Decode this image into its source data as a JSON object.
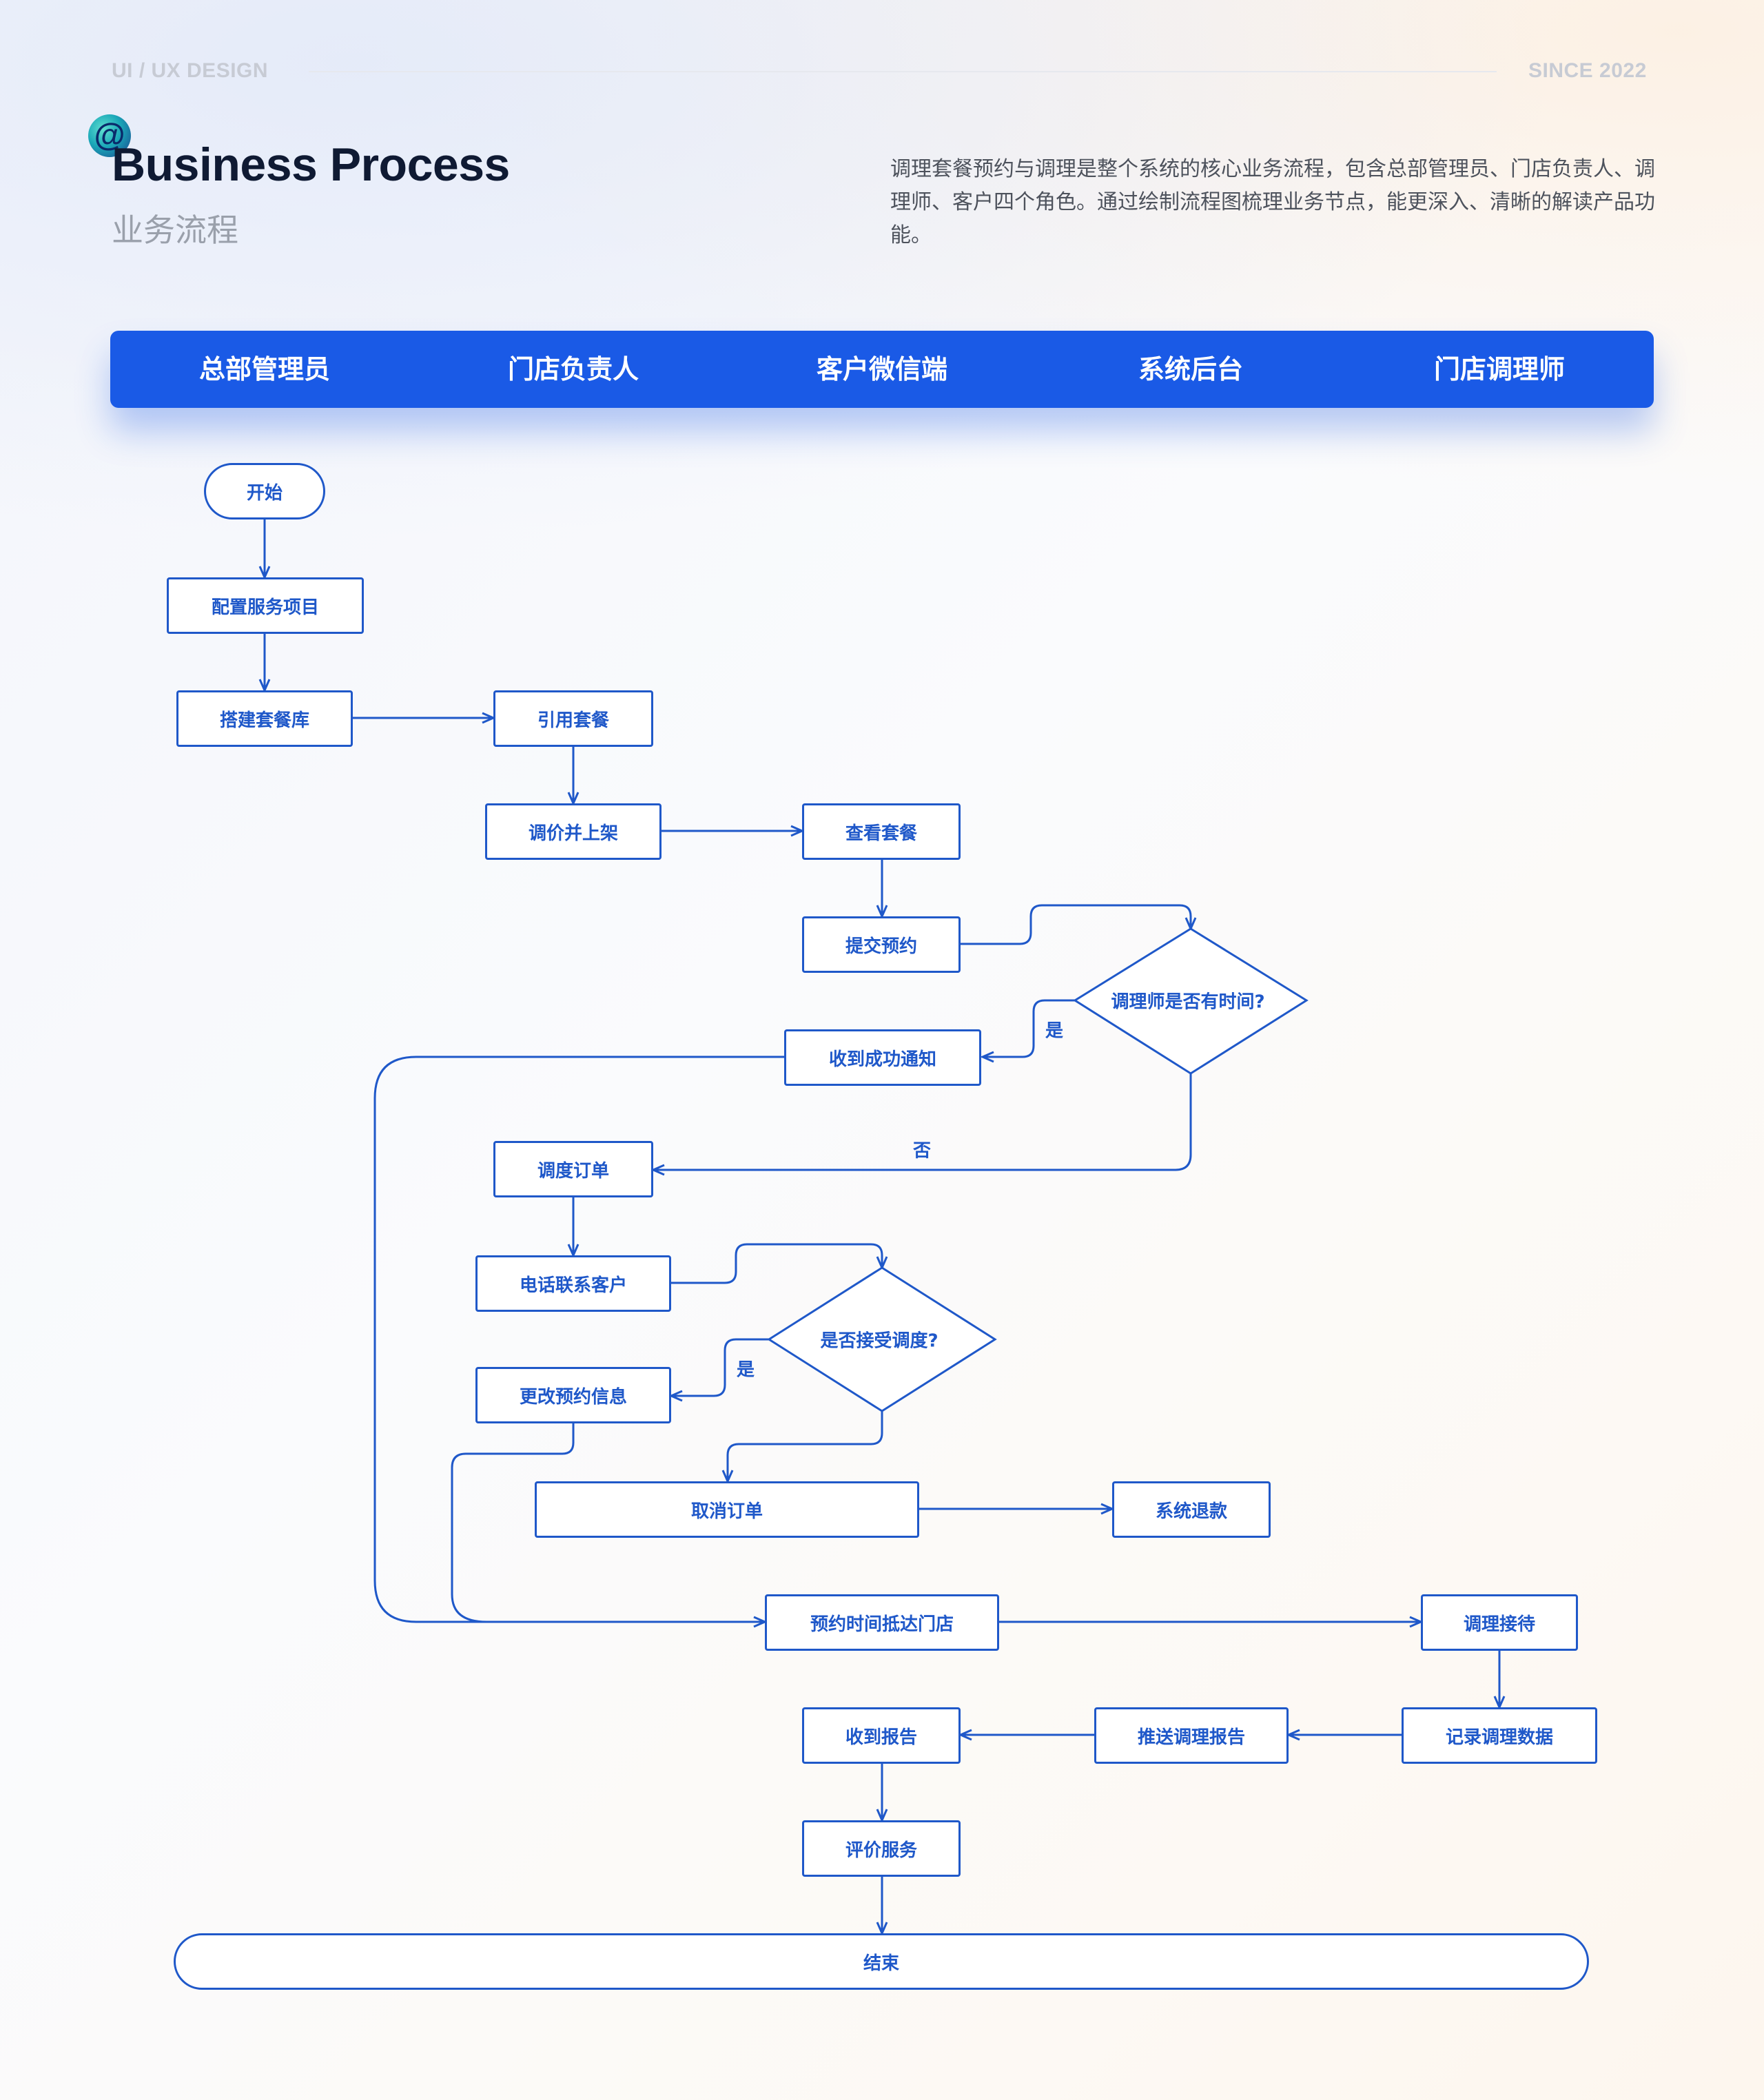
{
  "header": {
    "left_tag": "UI / UX DESIGN",
    "right_tag": "SINCE 2022",
    "logo_glyph": "@",
    "title_en": "Business Process",
    "title_zh": "业务流程",
    "description": "调理套餐预约与调理是整个系统的核心业务流程，包含总部管理员、门店负责人、调理师、客户四个角色。通过绘制流程图梳理业务节点，能更深入、清晰的解读产品功能。"
  },
  "lanes": [
    "总部管理员",
    "门店负责人",
    "客户微信端",
    "系统后台",
    "门店调理师"
  ],
  "nodes": {
    "start": "开始",
    "config": "配置服务项目",
    "build_lib": "搭建套餐库",
    "reference": "引用套餐",
    "price_list": "调价并上架",
    "view": "查看套餐",
    "submit": "提交预约",
    "decision_time": "调理师是否有时间?",
    "success": "收到成功通知",
    "dispatch": "调度订单",
    "call": "电话联系客户",
    "decision_accept": "是否接受调度?",
    "modify": "更改预约信息",
    "cancel": "取消订单",
    "refund": "系统退款",
    "arrive": "预约时间抵达门店",
    "reception": "调理接待",
    "record": "记录调理数据",
    "push": "推送调理报告",
    "receive": "收到报告",
    "evaluate": "评价服务",
    "end": "结束"
  },
  "edge_labels": {
    "yes1": "是",
    "no1": "否",
    "yes2": "是"
  },
  "colors": {
    "accent": "#1a5ae6",
    "line": "#1f58c9"
  }
}
